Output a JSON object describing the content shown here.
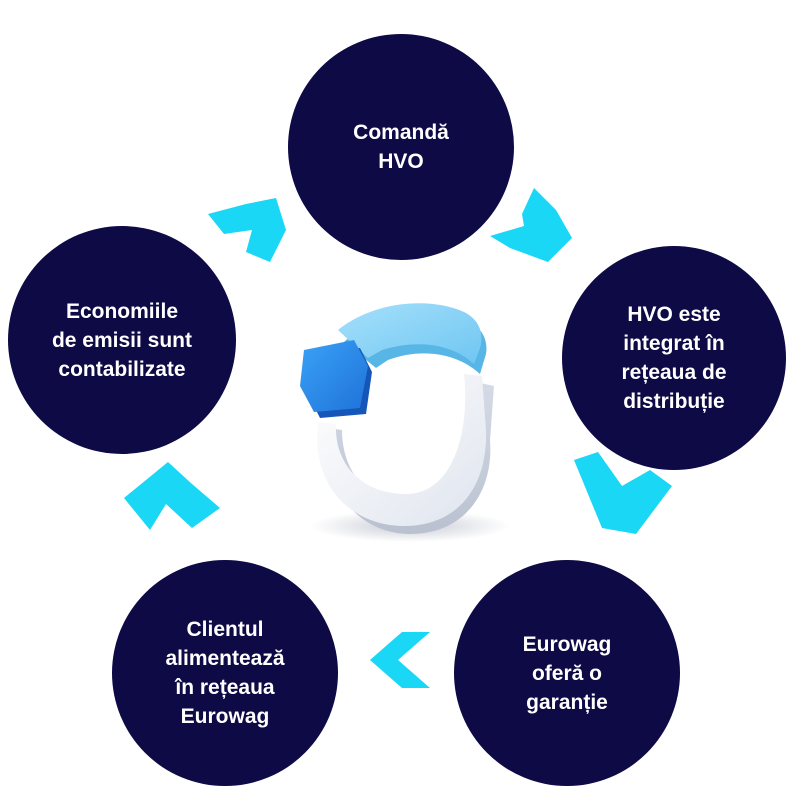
{
  "colors": {
    "circle_fill": "#0d0a45",
    "circle_text": "#ffffff",
    "arrow": "#19d7f5",
    "ring_light_blue": "#7fd0f5",
    "ring_blue": "#2a8cf0",
    "ring_white": "#eef1f7"
  },
  "steps": [
    {
      "label": "Comandă\nHVO"
    },
    {
      "label": "HVO este\nintegrat în\nrețeaua de\ndistribuție"
    },
    {
      "label": "Eurowag\noferă o\ngaranție"
    },
    {
      "label": "Clientul\nalimentează\nîn rețeaua\nEurowag"
    },
    {
      "label": "Economiile\nde emisii sunt\ncontabilizate"
    }
  ],
  "arrows": [
    {
      "from": 1,
      "to": 2,
      "icon": "chevron-right-icon"
    },
    {
      "from": 2,
      "to": 3,
      "icon": "chevron-down-icon"
    },
    {
      "from": 3,
      "to": 4,
      "icon": "chevron-left-icon"
    },
    {
      "from": 4,
      "to": 5,
      "icon": "chevron-up-icon"
    },
    {
      "from": 5,
      "to": 1,
      "icon": "chevron-right-icon"
    }
  ],
  "center_icon": "cycle-ring-icon"
}
